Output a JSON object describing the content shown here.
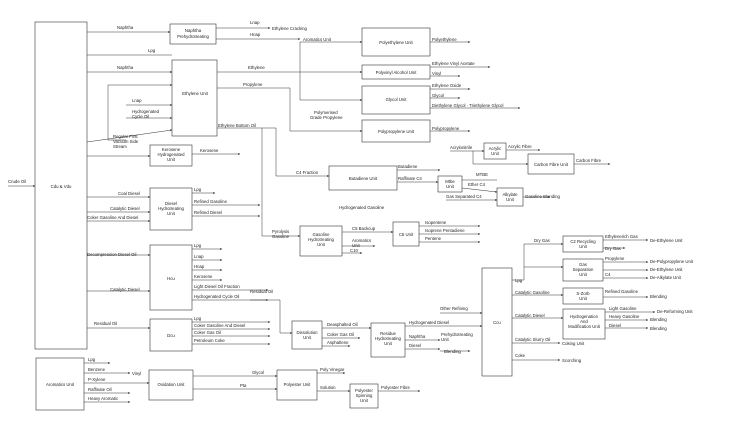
{
  "units": {
    "cdu_vdu": "Cdu & Vdu",
    "naphtha_pretreating": [
      "Naphtha",
      "Prehydrotreating"
    ],
    "ethylene_unit": "Ethylene Unit",
    "polyethylene_unit": "Polyethylene Unit",
    "polyvinyl_alcohol_unit": "Polyvinyl Alcohol Unit",
    "glycol_unit": "Glycol Unit",
    "polypropylene_unit": "Polypropylene Unit",
    "kerosene_hydrogenated_unit": [
      "Kerosene",
      "Hydrogenated",
      "Unit"
    ],
    "acrylic_unit": [
      "Acrylic",
      "Unit"
    ],
    "carbon_fibre_unit": "Carbon Fibre Unit",
    "butadiene_unit": "Butadiene Unit",
    "mtbe_unit": [
      "Mtbe",
      "Unit"
    ],
    "alkylate_unit": [
      "Alkylate",
      "Unit"
    ],
    "diesel_hydrotreating_unit": [
      "Diesel",
      "Hydrotreating",
      "Unit"
    ],
    "gasoline_hydrotreating_unit": [
      "Gasoline",
      "Hydrotreating",
      "Unit"
    ],
    "c5_unit": "C5 Unit",
    "hcu": "Hcu",
    "dcu": "Dcu",
    "dissolution_unit": [
      "Dissolution",
      "Unit"
    ],
    "residue_hydrotreating_unit": [
      "Residue",
      "Hydrotreating",
      "Unit"
    ],
    "fcc": "Ccu",
    "c2_recycling_unit": [
      "C2 Recycling",
      "Unit"
    ],
    "gas_separation_unit": [
      "Gas",
      "Separation",
      "Unit"
    ],
    "s_zorb_unit": [
      "S-Zorb",
      "Unit"
    ],
    "hydrogenation_modification_unit": [
      "Hydrogenation",
      "And",
      "Modification Unit"
    ],
    "aromatics_unit": "Aromatics Unit",
    "oxidation_unit": "Oxidation Unit",
    "polyester_unit": "Polyester Unit",
    "polyester_spinning_unit": [
      "Polyester",
      "Spinning",
      "Unit"
    ]
  },
  "labels": {
    "crude_oil": "Crude Oil",
    "naphtha_1": "Naphtha",
    "lnap_1": "Lnap",
    "hnap_1": "Hnap",
    "ethylene_cracking": "Ethylene Cracking",
    "aromatics_unit_out": "Aromatics Unit",
    "lpg_1": "Lpg",
    "naphtha_2": "Naphtha",
    "lnap_2": "Lnap",
    "hydrogenated_cycle_oil": [
      "Hydrogenated",
      "Cycle Oil"
    ],
    "regular_first_vacuum": [
      "Regular First",
      "Vacuum Side",
      "Stream"
    ],
    "ethylene": "Ethylene",
    "propylene": "Propylene",
    "ethylene_bottom_oil": "Ethylene Bottom Oil",
    "polyethylene": "Polyethylene",
    "ethylene_vinyl_acetate": "Ethylene Vinyl Acetate",
    "vinyl": "Vinyl",
    "ethylene_oxide": "Ethylene Oxide",
    "glycol": "Glycol",
    "diethylene_glycol": "Diethylene Glycol · Triethylene Glycol",
    "polymerised_grade_propylene": [
      "Polymerised",
      "Grade Propylene"
    ],
    "polypropylene": "Polypropylene",
    "kerosene_1": "Kerosene",
    "acrylonitrile": "Acrylonitrile",
    "acrylic_fibre": "Acrylic Fibre",
    "carbon_fibre": "Carbon Fibre",
    "c4_fraction": "C4 Fraction",
    "butadiene": "Butadiene",
    "raffinate_c4": "Raffinate C4",
    "mtbe": "MTBE",
    "ether_c4": "Ether C4",
    "gas_separated_c4": "Gas Separated C4",
    "gasoline_blending": "Gasoline Blending",
    "hydrogenated_gasoline": "Hydrogenated Gasoline",
    "coal_diesel": "Coal Diesel",
    "catalytic_diesel_1": "Catalytic Diesel",
    "coker_gasoline_and_diesel_1": "Coker Gasoline And Diesel",
    "lpg_2": "Lpg",
    "refined_gasoline_1": "Refined Gasoline",
    "refined_diesel": "Refined Diesel",
    "pyrolysis_gasoline": [
      "Pyrolysis",
      "Gasoline"
    ],
    "c5_backcup": "C5 Backcup",
    "aromatics_unit_2": [
      "Aromatics",
      "Unit"
    ],
    "c10": "C10",
    "isopentene": "Isopentene",
    "isoprene_pentadiene": "Isoprene Pentadiene",
    "pentene": "Pentene",
    "decompression_diesel_oil": "Decompression Diesel Oil",
    "catalytic_diesel_2": "Catalytic Diesel",
    "hcu_lpg": "Lpg",
    "hcu_lnap": "Lnap",
    "hcu_hnap": "Hnap",
    "hcu_kerosene": "Kerosene",
    "light_diesel_oil_fraction": "Light Diesel Oil Fraction",
    "hydrogenated_cycle_oil_2": "Hydrogenated Cycle Oil",
    "residual_oil_1": "Residual Oil",
    "residual_oil_2": "Residual Oil",
    "dcu_lpg": "Lpg",
    "coker_gasoline_and_diesel_2": "Coker Gasoline And Diesel",
    "coker_gas_oil_1": "Coker Gas Oil",
    "petroleum_coke": "Petroleum Coke",
    "deasphalted_oil": "Deasphalted Oil",
    "coker_gas_oil_2": "Coker Gas Oil",
    "asphaltene": "Asphaltene",
    "hydrogenated_diesel": "Hydrogenated Diesel",
    "naphtha_3": "Naphtha",
    "prehydrotreating_unit": [
      "Prehydrotreating",
      "Unit"
    ],
    "diesel": "Diesel",
    "blending_1": "Blending",
    "other_refining": "Other Refining",
    "fcc_lpg": "Lpg",
    "dry_gas_1": "Dry Gas",
    "dry_gas_2": "Dry Gas",
    "propylene_2": "Propylene",
    "c4_1": "C4",
    "de_ethylene_unit_1": "De-Ethylene Unit",
    "de_polypropylene_unit": "De-Polypropylene Unit",
    "de_ethylene_unit_2": "De-Ethylene Unit",
    "de_alkylate_unit": "De-Alkylate Unit",
    "ethylenerich_gas": "Ethylenerich Gas",
    "catalytic_gasoline": "Catalytic Gasoline",
    "refined_gasoline_2": "Refined Gasoline",
    "blending_2": "Blending",
    "catalytic_diesel_3": "Catalytic Diesel",
    "light_gasoline": "Light Gasoline",
    "heavy_gasoline": "Heavy Gasoline",
    "diesel_2": "Diesel",
    "de_reforming_unit": "De-Reforming Unit",
    "blending_3": "Blending",
    "blending_4": "Blending",
    "catalytic_slurry_oil": "Catalytic Slurry Oil",
    "coking_unit": "Coking  Unit",
    "coke": "Coke",
    "scorching": "Scorching",
    "aro_lpg": "Lpg",
    "benzene": "Benzene",
    "p_xylene": "P-Xylene",
    "raffinate_oil": "Raffinate Oil",
    "heavy_aromatic": "Heavy Aromatic",
    "vinyl_2": "Vinyl",
    "glycol_2": "Glycol",
    "pta": "Pta",
    "poly_vinegar": "Poly Vinegar",
    "solution": "Solution",
    "polyester_fibre": "Polyester Fibre"
  }
}
